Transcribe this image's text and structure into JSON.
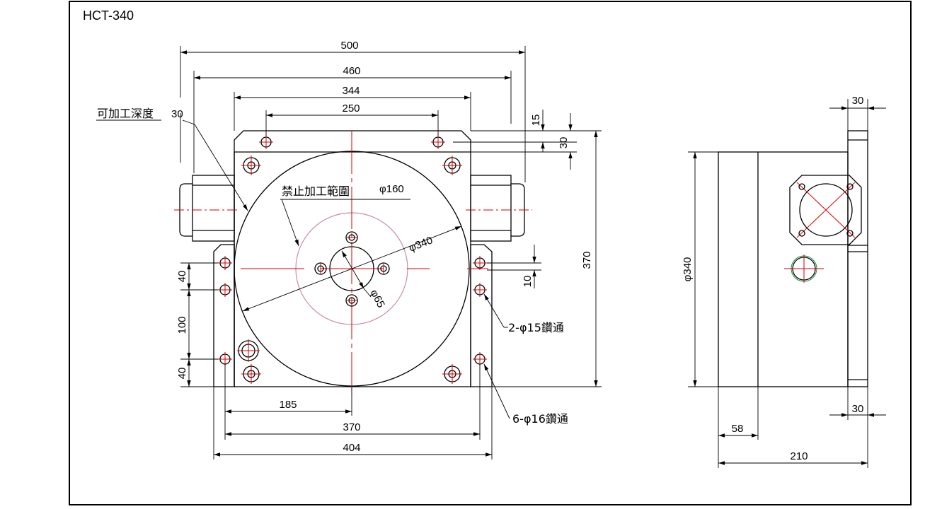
{
  "drawing": {
    "model": "HCT-340",
    "front_view": {
      "dims": {
        "w500": "500",
        "w460": "460",
        "w344": "344",
        "w250": "250",
        "w185": "185",
        "w370": "370",
        "w404": "404",
        "h370": "370",
        "h15": "15",
        "h30": "30",
        "h10": "10",
        "v40a": "40",
        "v100": "100",
        "v40b": "40",
        "depth_value": "30"
      },
      "labels": {
        "depth": "可加工深度",
        "no_machining": "禁止加工範圍",
        "phi160": "φ160",
        "phi340": "φ340",
        "phi65": "φ65",
        "holes_15": "2-φ15鑽通",
        "holes_16": "6-φ16鑽通"
      }
    },
    "side_view": {
      "dims": {
        "top30": "30",
        "phi340": "φ340",
        "right30": "30",
        "d58": "58",
        "d210": "210"
      }
    }
  }
}
